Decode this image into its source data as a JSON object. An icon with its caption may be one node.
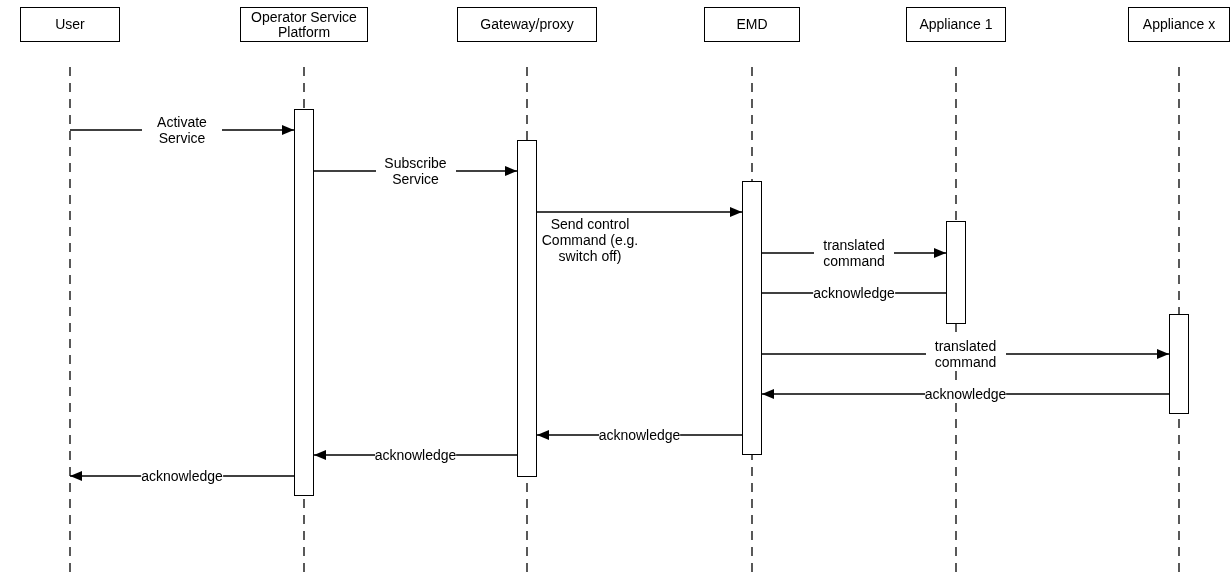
{
  "diagram": {
    "nodes": [
      {
        "text": [
          "User"
        ]
      },
      {
        "text": [
          "Operator Service Platform"
        ]
      },
      {
        "text": [
          "Gateway/proxy"
        ]
      },
      {
        "text": [
          "EMD"
        ]
      },
      {
        "text": [
          "Appliance 1"
        ]
      },
      {
        "text": [
          "Appliance x"
        ]
      },
      {
        "text": [],
        "shape": "bar"
      },
      {
        "text": [],
        "shape": "bar"
      },
      {
        "text": [],
        "shape": "bar"
      },
      {
        "text": [],
        "shape": "bar"
      },
      {
        "text": [],
        "shape": "bar"
      }
    ],
    "edges": [
      {
        "from": null,
        "to": 6,
        "arrow": "to",
        "label": "Activate Service"
      },
      {
        "from": 6,
        "to": 7,
        "arrow": "to",
        "label": "Subscribe Service"
      },
      {
        "from": 7,
        "to": 8,
        "arrow": "to",
        "label": "Send control Command (e.g. switch off)"
      },
      {
        "from": 8,
        "to": 9,
        "arrow": "to",
        "label": "translated command"
      },
      {
        "from": 9,
        "to": 8,
        "arrow": "none",
        "label": "acknowledge"
      },
      {
        "from": 8,
        "to": 10,
        "arrow": "to",
        "label": "translated command"
      },
      {
        "from": 10,
        "to": 8,
        "arrow": "to",
        "label": "acknowledge"
      },
      {
        "from": 8,
        "to": 7,
        "arrow": "to",
        "label": "acknowledge"
      },
      {
        "from": 7,
        "to": 6,
        "arrow": "to",
        "label": "acknowledge"
      },
      {
        "from": 6,
        "to": null,
        "arrow": "to",
        "label": "acknowledge"
      }
    ]
  }
}
